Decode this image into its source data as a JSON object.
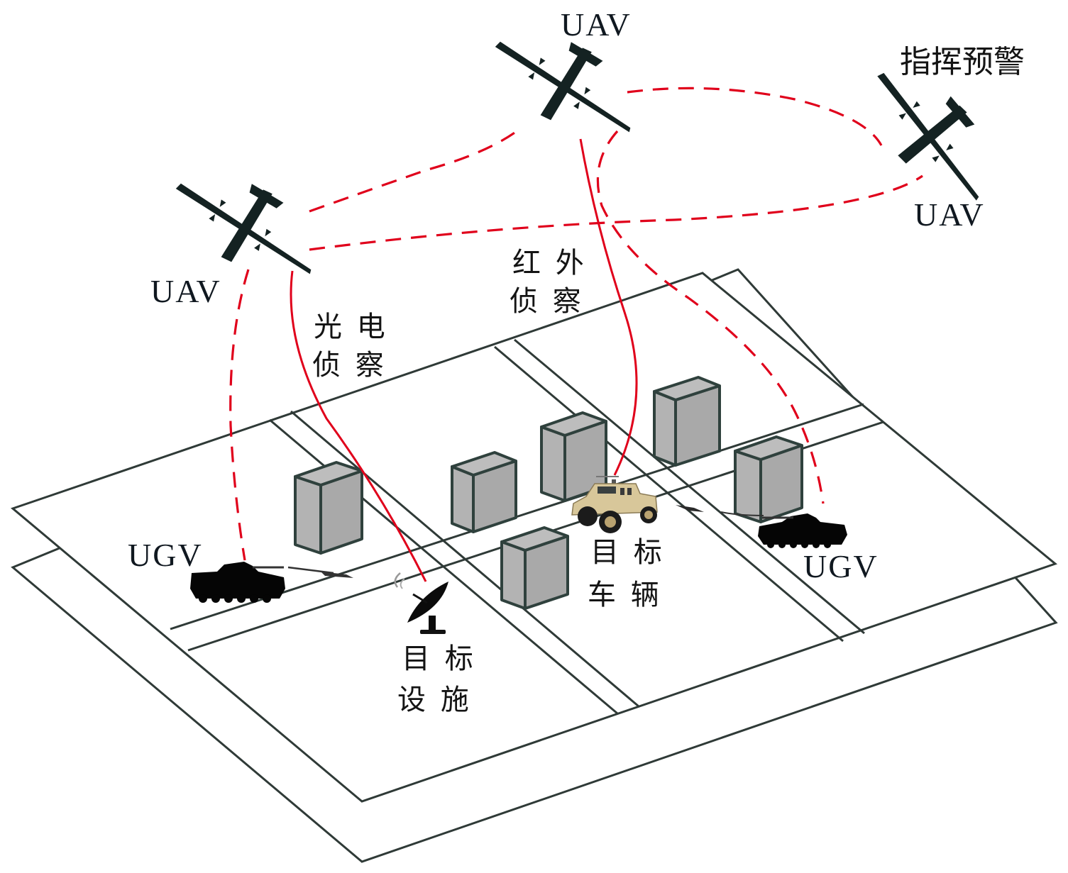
{
  "figure": {
    "title": "UAV-UGV cooperative reconnaissance scenario",
    "colors": {
      "link": "#e0001b",
      "building_fill": "#b3b3b3",
      "building_stroke": "#2f413d",
      "plane_stroke": "#2f3a37",
      "vehicle_tan": "#d8c79a"
    }
  },
  "nodes": {
    "uav_left": {
      "label": "UAV",
      "icon": "uav-drone-icon"
    },
    "uav_top": {
      "label": "UAV",
      "icon": "uav-drone-icon"
    },
    "uav_right": {
      "label": "UAV",
      "role": "指挥预警",
      "icon": "uav-drone-icon"
    },
    "ugv_left": {
      "label": "UGV",
      "icon": "tank-icon"
    },
    "ugv_right": {
      "label": "UGV",
      "icon": "tank-icon"
    },
    "target_facility": {
      "label_line1": "目 标",
      "label_line2": "设 施",
      "icon": "radar-dish-icon"
    },
    "target_vehicle": {
      "label_line1": "目 标",
      "label_line2": "车 辆",
      "icon": "humvee-icon"
    }
  },
  "annotations": {
    "eo_recon": {
      "line1": "光 电",
      "line2": "侦 察"
    },
    "ir_recon": {
      "line1": "红 外",
      "line2": "侦 察"
    }
  },
  "links": [
    {
      "from": "uav_left",
      "to": "uav_top",
      "type": "dashed",
      "meaning": "communication"
    },
    {
      "from": "uav_top",
      "to": "uav_right",
      "type": "dashed",
      "meaning": "communication"
    },
    {
      "from": "uav_left",
      "to": "uav_right",
      "type": "dashed",
      "meaning": "communication"
    },
    {
      "from": "uav_left",
      "to": "ugv_left",
      "type": "dashed",
      "meaning": "communication"
    },
    {
      "from": "uav_top",
      "to": "ugv_right",
      "type": "dashed",
      "meaning": "communication"
    },
    {
      "from": "uav_left",
      "to": "target_facility",
      "type": "solid",
      "meaning": "光电侦察"
    },
    {
      "from": "uav_top",
      "to": "target_vehicle",
      "type": "solid",
      "meaning": "红外侦察"
    }
  ],
  "buildings_count": 6
}
